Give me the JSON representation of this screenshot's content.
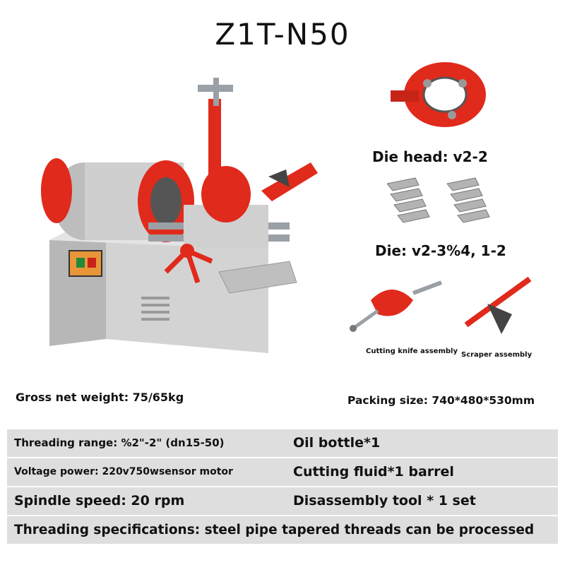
{
  "title": "Z1T-N50",
  "parts": {
    "die_head_label": "Die head: v2-2",
    "die_label": "Die: v2-3%4, 1-2",
    "cutting_knife_label": "Cutting knife assembly",
    "scraper_label": "Scraper assembly"
  },
  "specs": {
    "weight": "Gross net weight: 75/65kg",
    "packing": "Packing size: 740*480*530mm"
  },
  "table": {
    "threading_range": "Threading range: %2\"-2\" (dn15-50)",
    "oil_bottle": "Oil bottle*1",
    "voltage": "Voltage power: 220v750wsensor motor",
    "cutting_fluid": "Cutting fluid*1 barrel",
    "spindle": "Spindle speed: 20 rpm",
    "tool": "Disassembly tool * 1 set",
    "threading_specs": "Threading specifications: steel pipe tapered threads can be processed"
  },
  "colors": {
    "accent_red": "#e02a1c",
    "machine_gray": "#c9c9c9",
    "row_bg": "#dedede"
  }
}
